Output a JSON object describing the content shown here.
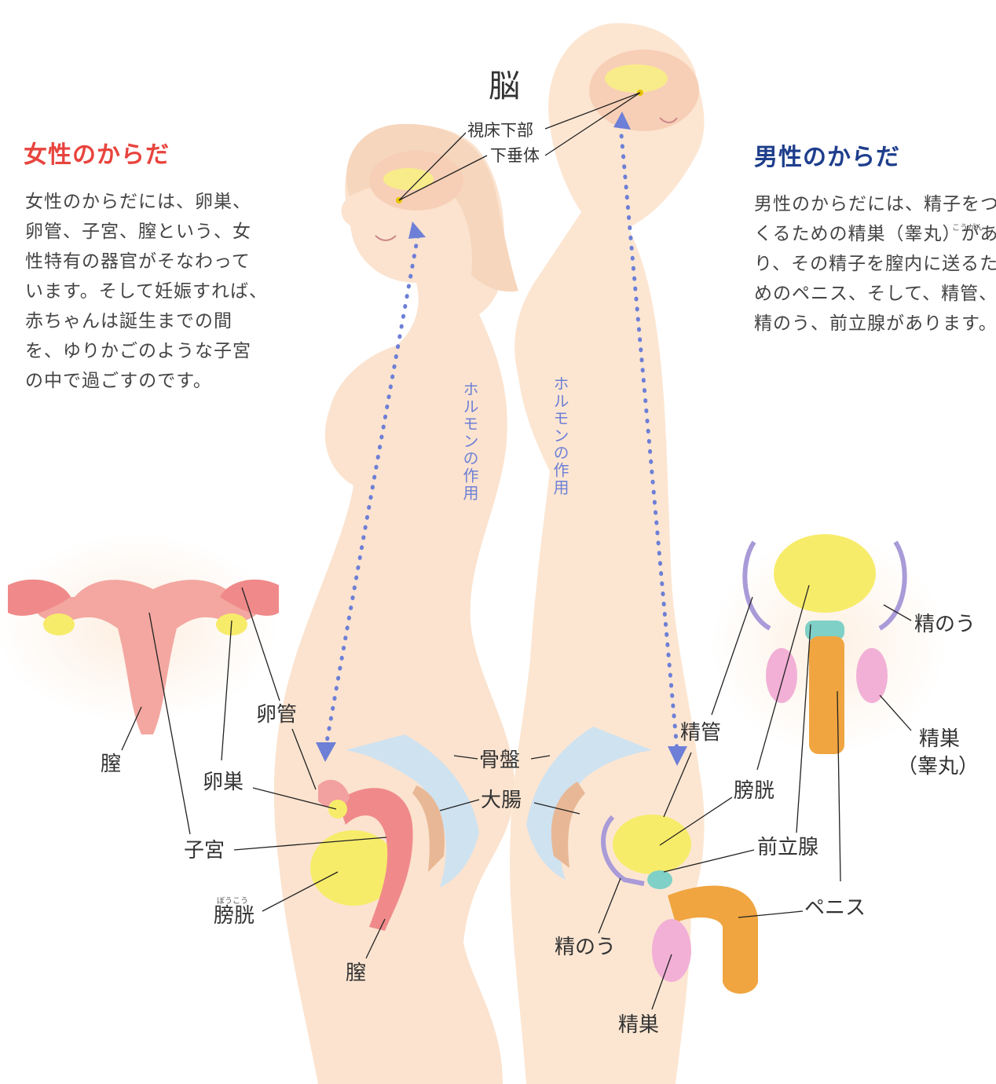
{
  "female": {
    "heading": "女性のからだ",
    "text": "女性のからだには、卵巣、卵管、子宮、膣という、女性特有の器官がそなわっています。そして妊娠すれば、赤ちゃんは誕生までの間を、ゆりかごのような子宮の中で過ごすのです。"
  },
  "male": {
    "heading": "男性のからだ",
    "text": "男性のからだには、精子をつくるための精巣（睾丸）があり、その精子を膣内に送るためのペニス、そして、精管、精のう、前立腺があります。",
    "ruby_kougan": "こうがん"
  },
  "labels": {
    "brain": "脳",
    "hypothalamus": "視床下部",
    "pituitary": "下垂体",
    "hormone_female": "ホルモンの作用",
    "hormone_male": "ホルモンの作用",
    "pelvis": "骨盤",
    "large_intestine": "大腸",
    "female_oviduct": "卵管",
    "female_ovary": "卵巣",
    "female_uterus": "子宮",
    "female_bladder": "膀胱",
    "female_bladder_ruby": "ぼうこう",
    "female_vagina": "膣",
    "uterus_diagram_vagina": "膣",
    "male_vas": "精管",
    "male_bladder": "膀胱",
    "male_prostate": "前立腺",
    "male_seminal": "精のう",
    "male_testis": "精巣",
    "male_penis": "ペニス",
    "diagram_seminal": "精のう",
    "diagram_testis": "精巣",
    "diagram_testis_alt": "（睾丸）"
  },
  "colors": {
    "female_heading": "#e8443e",
    "male_heading": "#1e3e8c",
    "skin": "#fbe3cf",
    "skin_dark": "#f3c9a8",
    "organ_pink": "#f08a8a",
    "organ_yellow": "#f7ec6a",
    "prostate_teal": "#7fd0c6",
    "penis_orange": "#f0a540",
    "testis_pink": "#f2b0d6",
    "vessel_purple": "#a99ad8",
    "pelvis_blue": "#cfe2f0",
    "hormone_dots": "#6d7fd6"
  }
}
